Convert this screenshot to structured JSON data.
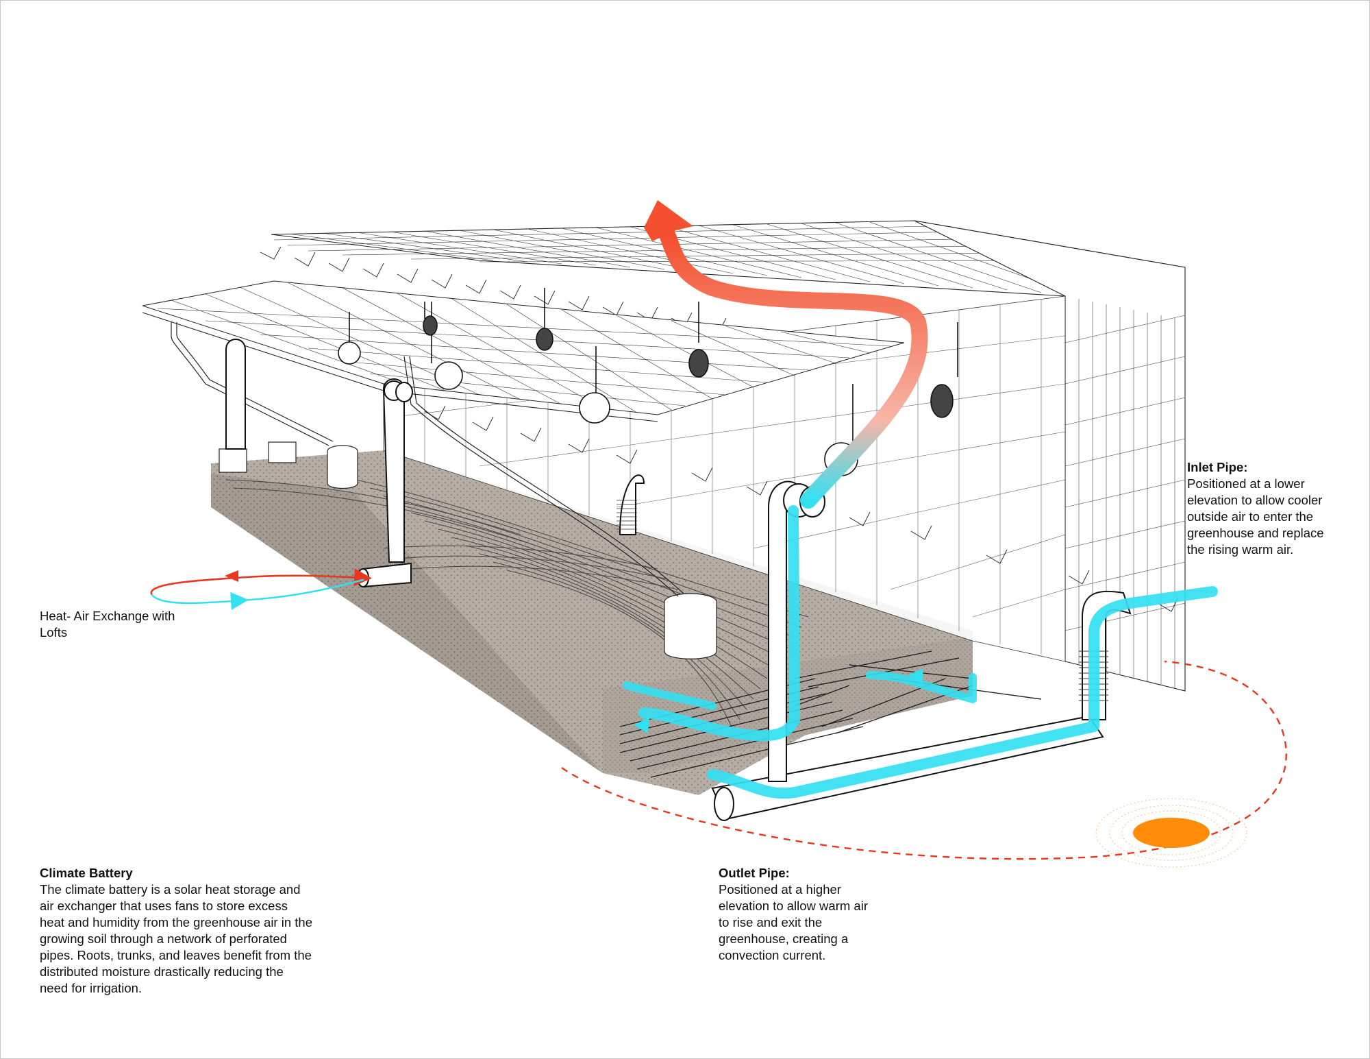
{
  "captions": {
    "battery": {
      "title": "Climate Battery",
      "lines": [
        "The climate battery is a solar heat storage and",
        "air exchanger that uses fans to store excess",
        "heat and humidity from the greenhouse air in the",
        "growing soil through a network of perforated",
        "pipes. Roots, trunks, and leaves benefit from the",
        "distributed moisture drastically reducing the",
        "need for irrigation."
      ]
    },
    "outlet": {
      "title": "Outlet Pipe:",
      "lines": [
        "Positioned at a higher",
        "elevation to allow warm air",
        "to rise and exit the",
        "greenhouse, creating a",
        "convection current."
      ]
    },
    "inlet": {
      "title": "Inlet Pipe:",
      "lines": [
        "Positioned at a lower",
        "elevation to allow cooler",
        "outside air to enter the",
        "greenhouse and replace",
        "the rising warm air."
      ]
    },
    "exchange": {
      "lines": [
        "Heat- Air Exchange with",
        "Lofts"
      ]
    }
  },
  "colors": {
    "warm_air": "#f4502f",
    "cool_air": "#33e0f2",
    "soil": "#b5aca4",
    "soil_dark": "#9b928a",
    "sun": "#ff8c0a",
    "sun_path": "#e8361f",
    "structure_line": "#222222"
  }
}
